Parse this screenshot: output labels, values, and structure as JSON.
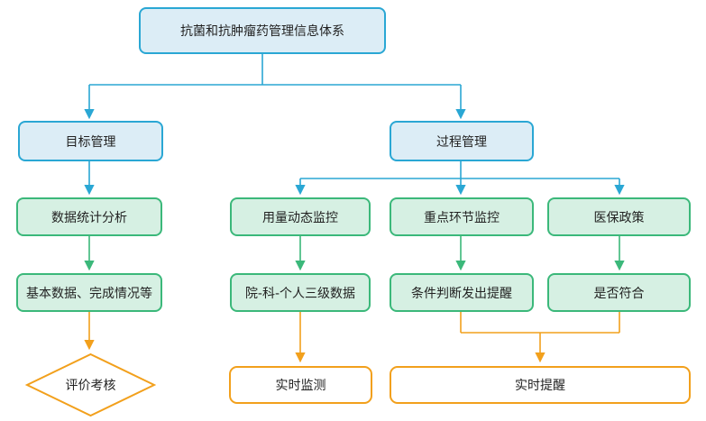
{
  "diagram": {
    "root": "抗菌和抗肿瘤药管理信息体系",
    "goal_management": "目标管理",
    "process_management": "过程管理",
    "data_statistics": "数据统计分析",
    "basic_data": "基本数据、完成情况等",
    "evaluation": "评价考核",
    "dosage_monitoring": "用量动态监控",
    "three_level_data": "院-科-个人三级数据",
    "realtime_monitoring": "实时监测",
    "key_link_monitoring": "重点环节监控",
    "condition_alert": "条件判断发出提醒",
    "insurance_policy": "医保政策",
    "compliance": "是否符合",
    "realtime_reminder": "实时提醒"
  },
  "colors": {
    "blue_border": "#2aa7d4",
    "blue_fill": "#dcedf6",
    "green_border": "#3bb87a",
    "green_fill": "#d6f0e3",
    "orange": "#f2a01c"
  }
}
